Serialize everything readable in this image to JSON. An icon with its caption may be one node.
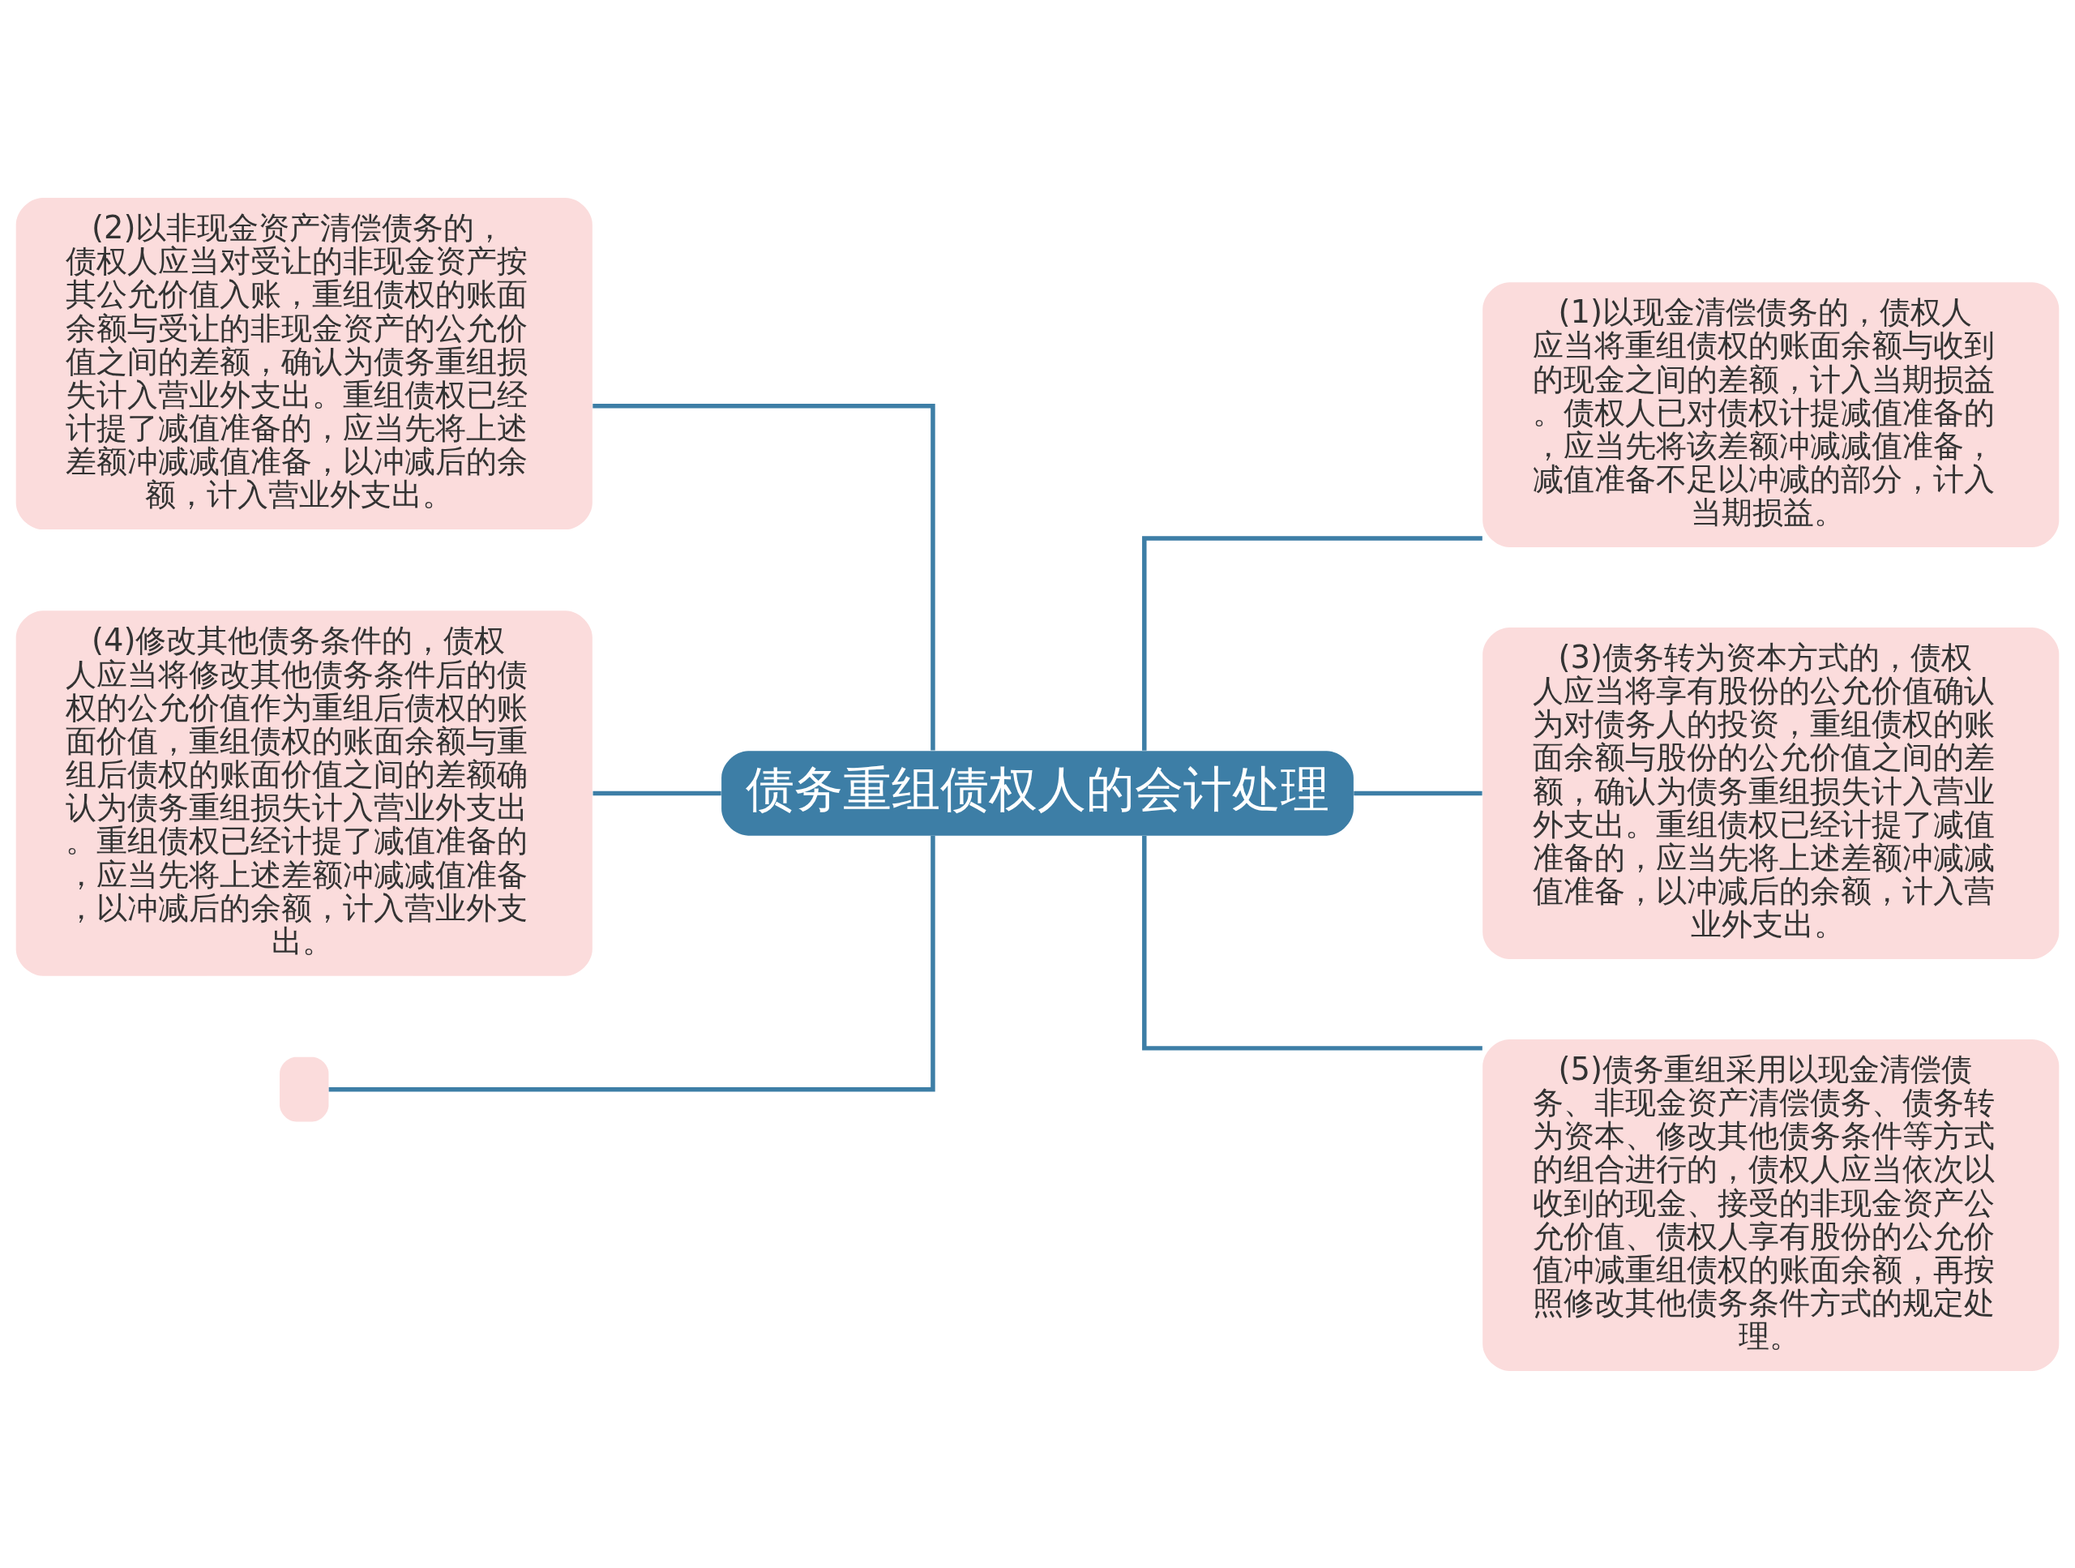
{
  "diagram": {
    "nodes": [
      {
        "text": [
          "债务重组债权人的会计处理"
        ]
      },
      {
        "text": [
          "(2)以非现金资产清偿债务的，债权人应当对受让的非现金资产按其公允价值入账，重组债权的账面余额与受让的非现金资产的公允价值之间的差额，确认为债务重组损失计入营业外支出。重组债权已经计提了减值准备的，应当先将上述差额冲减减值准备，以冲减后的余额，计入营业外支出。"
        ]
      },
      {
        "text": [
          "(4)修改其他债务条件的，债权人应当将修改其他债务条件后的债权的公允价值作为重组后债权的账面价值，重组债权的账面余额与重组后债权的账面价值之间的差额确认为债务重组损失计入营业外支出。重组债权已经计提了减值准备的，应当先将上述差额冲减减值准备，以冲减后的余额，计入营业外支出。"
        ]
      },
      {
        "text": [],
        "shape": "box"
      },
      {
        "text": [
          "(1)以现金清偿债务的，债权人应当将重组债权的账面余额与收到的现金之间的差额，计入当期损益。债权人已对债权计提减值准备的，应当先将该差额冲减减值准备，减值准备不足以冲减的部分，计入当期损益。"
        ]
      },
      {
        "text": [
          "(3)债务转为资本方式的，债权人应当将享有股份的公允价值确认为对债务人的投资，重组债权的账面余额与股份的公允价值之间的差额，确认为债务重组损失计入营业外支出。重组债权已经计提了减值准备的，应当先将上述差额冲减减值准备，以冲减后的余额，计入营业外支出。"
        ]
      },
      {
        "text": [
          "(5)债务重组采用以现金清偿债务、非现金资产清偿债务、债务转为资本、修改其他债务条件等方式的组合进行的，债权人应当依次以收到的现金、接受的非现金资产公允价值、债权人享有股份的公允价值冲减重组债权的账面余额，再按照修改其他债务条件方式的规定处理。"
        ]
      }
    ],
    "edges": [
      {
        "from": 0,
        "to": 1,
        "arrow": "none"
      },
      {
        "from": 0,
        "to": 2,
        "arrow": "none"
      },
      {
        "from": 0,
        "to": 3,
        "arrow": "none"
      },
      {
        "from": 0,
        "to": 4,
        "arrow": "none"
      },
      {
        "from": 0,
        "to": 5,
        "arrow": "none"
      },
      {
        "from": 0,
        "to": 6,
        "arrow": "none"
      }
    ]
  }
}
